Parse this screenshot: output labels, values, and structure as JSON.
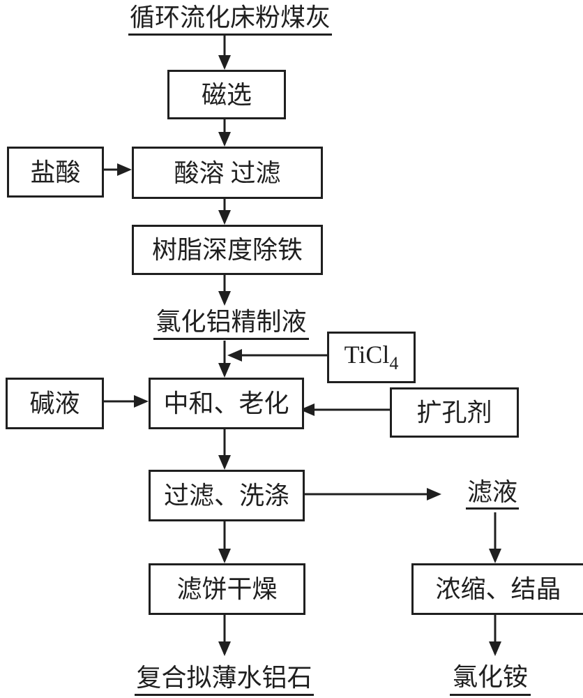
{
  "diagram": {
    "type": "flowchart",
    "language": "zh-CN",
    "colors": {
      "line": "#1f1f1f",
      "text": "#1f1f1f",
      "background": "#ffffff"
    },
    "nodes": {
      "source": {
        "label": "循环流化床粉煤灰"
      },
      "magnetic": {
        "label": "磁选"
      },
      "hcl": {
        "label": "盐酸"
      },
      "acid_filter": {
        "label": "酸溶 过滤"
      },
      "resin": {
        "label": "树脂深度除铁"
      },
      "refined": {
        "label": "氯化铝精制液"
      },
      "ticl4": {
        "base": "TiCl",
        "sub": "4"
      },
      "alkali": {
        "label": "碱液"
      },
      "neutralize": {
        "label": "中和、老化"
      },
      "pore_agent": {
        "label": "扩孔剂"
      },
      "filter_wash": {
        "label": "过滤、洗涤"
      },
      "filtrate": {
        "label": "滤液"
      },
      "cake_dry": {
        "label": "滤饼干燥"
      },
      "concentrate": {
        "label": "浓缩、结晶"
      },
      "product_main": {
        "label": "复合拟薄水铝石"
      },
      "product_side": {
        "label": "氯化铵"
      }
    },
    "edges": [
      {
        "from": "source",
        "to": "magnetic"
      },
      {
        "from": "magnetic",
        "to": "acid_filter"
      },
      {
        "from": "hcl",
        "to": "acid_filter"
      },
      {
        "from": "acid_filter",
        "to": "resin"
      },
      {
        "from": "resin",
        "to": "refined"
      },
      {
        "from": "refined",
        "to": "neutralize"
      },
      {
        "from": "ticl4",
        "to": "neutralize"
      },
      {
        "from": "alkali",
        "to": "neutralize"
      },
      {
        "from": "pore_agent",
        "to": "neutralize"
      },
      {
        "from": "neutralize",
        "to": "filter_wash"
      },
      {
        "from": "filter_wash",
        "to": "filtrate"
      },
      {
        "from": "filter_wash",
        "to": "cake_dry"
      },
      {
        "from": "filtrate",
        "to": "concentrate"
      },
      {
        "from": "cake_dry",
        "to": "product_main"
      },
      {
        "from": "concentrate",
        "to": "product_side"
      }
    ]
  }
}
